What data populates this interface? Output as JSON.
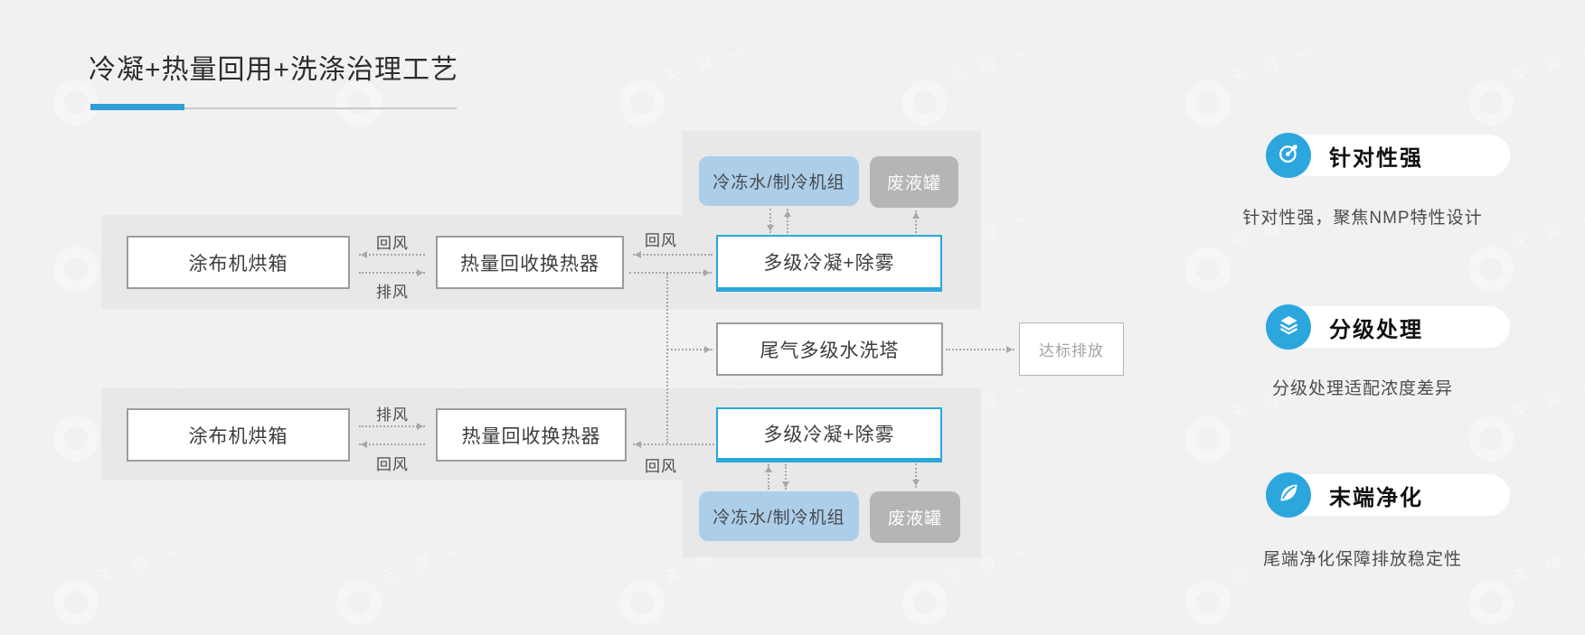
{
  "title": "冷凝+热量回用+洗涤治理工艺",
  "watermark_text": "天·得·一",
  "colors": {
    "accent_blue": "#2ba7de",
    "panel_gray": "#e8e8e8",
    "box_border_gray": "#9c9c9c",
    "chiller_fill": "#accee9",
    "waste_fill": "#b5b5b5"
  },
  "diagram": {
    "nodes": {
      "oven1": "涂布机烘箱",
      "hx1": "热量回收换热器",
      "cond1": "多级冷凝+除雾",
      "chiller1": "冷冻水/制冷机组",
      "waste1": "废液罐",
      "scrubber": "尾气多级水洗塔",
      "discharge": "达标排放",
      "oven2": "涂布机烘箱",
      "hx2": "热量回收换热器",
      "cond2": "多级冷凝+除雾",
      "chiller2": "冷冻水/制冷机组",
      "waste2": "废液罐"
    },
    "labels": {
      "return_air_1a": "回风",
      "exhaust_1a": "排风",
      "return_air_1b": "回风",
      "exhaust_2a": "排风",
      "return_air_2a": "回风",
      "return_air_2b": "回风"
    }
  },
  "features": [
    {
      "title": "针对性强",
      "desc": "针对性强，聚焦NMP特性设计",
      "icon": "target-icon"
    },
    {
      "title": "分级处理",
      "desc": "分级处理适配浓度差异",
      "icon": "layers-icon"
    },
    {
      "title": "末端净化",
      "desc": "尾端净化保障排放稳定性",
      "icon": "leaf-icon"
    }
  ]
}
